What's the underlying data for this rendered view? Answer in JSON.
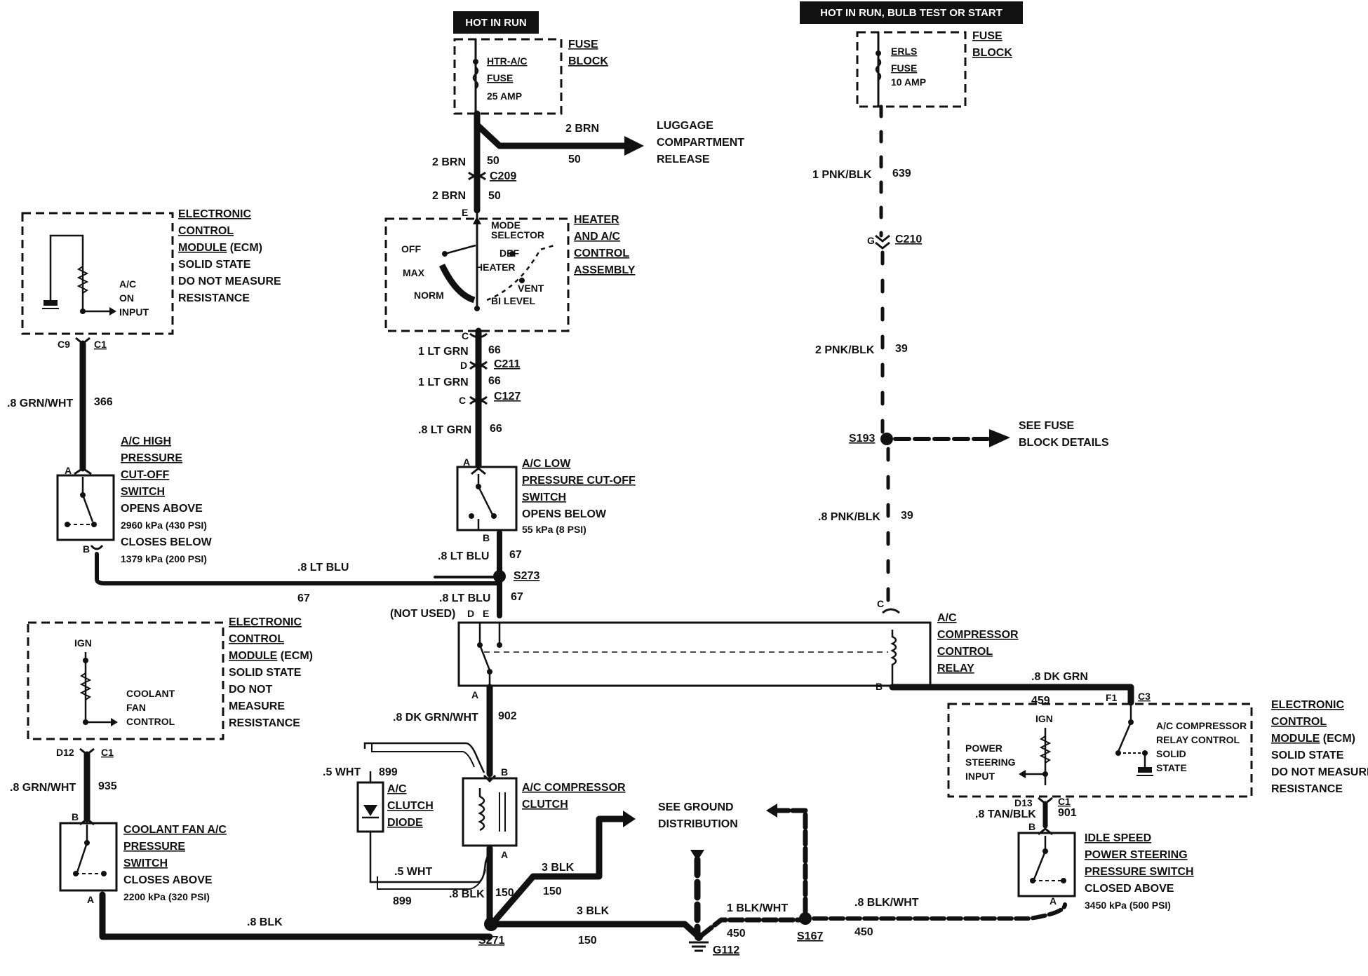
{
  "headers": {
    "hot_in_run": "HOT IN RUN",
    "hot_in_run_bulb": "HOT IN RUN, BULB TEST OR START"
  },
  "fuse_block_1": {
    "title_1": "FUSE",
    "title_2": "BLOCK",
    "fuse_name_1": "HTR-A/C",
    "fuse_name_2": "FUSE",
    "rating": "25 AMP"
  },
  "fuse_block_2": {
    "title_1": "FUSE",
    "title_2": "BLOCK",
    "fuse_name_1": "ERLS",
    "fuse_name_2": "FUSE",
    "rating": "10 AMP"
  },
  "luggage": {
    "wire": "2 BRN",
    "circuit": "50",
    "line_1": "LUGGAGE",
    "line_2": "COMPARTMENT",
    "line_3": "RELEASE"
  },
  "wires": {
    "brn_top": "2 BRN",
    "brn_top_ckt": "50",
    "c209": "C209",
    "brn_mid": "2 BRN",
    "brn_mid_ckt": "50",
    "e_pin": "E",
    "c_pin": "C",
    "ltgrn1": "1 LT GRN",
    "ltgrn1_ckt": "66",
    "d_pin": "D",
    "c211": "C211",
    "ltgrn2": "1 LT GRN",
    "ltgrn2_ckt": "66",
    "c_pin2": "C",
    "c127": "C127",
    "ltgrn3": ".8 LT GRN",
    "ltgrn3_ckt": "66",
    "ltblu1": ".8 LT BLU",
    "ltblu1_ckt": "67",
    "s273": "S273",
    "ltblu2": ".8 LT BLU",
    "ltblu2_ckt": "67",
    "ltblu_left": ".8 LT BLU",
    "ltblu_left_ckt": "67",
    "grnwht1": ".8 GRN/WHT",
    "grnwht1_ckt": "366",
    "grnwht2": ".8 GRN/WHT",
    "grnwht2_ckt": "935",
    "dkgrnwht": ".8 DK GRN/WHT",
    "dkgrnwht_ckt": "902",
    "dkgrn": ".8 DK GRN",
    "dkgrn_ckt": "459",
    "pnkblk1": "1 PNK/BLK",
    "pnkblk1_ckt": "639",
    "c210": "C210",
    "g_pin": "G",
    "pnkblk2": "2 PNK/BLK",
    "pnkblk2_ckt": "39",
    "s193": "S193",
    "pnkblk3": ".8 PNK/BLK",
    "pnkblk3_ckt": "39",
    "tanblk": ".8 TAN/BLK",
    "tanblk_ckt": "901",
    "wht1": ".5 WHT",
    "wht1_ckt": "899",
    "wht2": ".5 WHT",
    "wht2_ckt": "899",
    "blk_left": ".8 BLK",
    "blk_mid": ".8 BLK",
    "blk_mid_ckt": "150",
    "blk3_up": "3 BLK",
    "blk3_up_ckt": "150",
    "blk3": "3 BLK",
    "blk3_ckt": "150",
    "s271": "S271",
    "g112": "G112",
    "s167": "S167",
    "blkwht1": "1 BLK/WHT",
    "blkwht1_ckt": "450",
    "blkwht2": ".8 BLK/WHT",
    "blkwht2_ckt": "450",
    "not_used": "(NOT USED)"
  },
  "see_fuse": {
    "line_1": "SEE FUSE",
    "line_2": "BLOCK DETAILS"
  },
  "see_ground": {
    "line_1": "SEE GROUND",
    "line_2": "DISTRIBUTION"
  },
  "ecm_1": {
    "title": [
      "ELECTRONIC",
      "CONTROL",
      "MODULE"
    ],
    "ecm": "(ECM)",
    "line_4": "SOLID STATE",
    "line_5": "DO NOT MEASURE",
    "line_6": "RESISTANCE",
    "input_1": "A/C",
    "input_2": "ON",
    "input_3": "INPUT",
    "pin": "C9",
    "conn": "C1"
  },
  "ecm_2": {
    "title": [
      "ELECTRONIC",
      "CONTROL",
      "MODULE"
    ],
    "ecm": "(ECM)",
    "line_4": "SOLID STATE",
    "line_5": "DO NOT",
    "line_6": "MEASURE",
    "line_7": "RESISTANCE",
    "ign": "IGN",
    "ctl_1": "COOLANT",
    "ctl_2": "FAN",
    "ctl_3": "CONTROL",
    "pin": "D12",
    "conn": "C1"
  },
  "ecm_3": {
    "title": [
      "ELECTRONIC",
      "CONTROL",
      "MODULE"
    ],
    "ecm": "(ECM)",
    "line_4": "SOLID STATE",
    "line_5": "DO NOT MEASURE",
    "line_6": "RESISTANCE",
    "ign": "IGN",
    "ps_1": "POWER",
    "ps_2": "STEERING",
    "ps_3": "INPUT",
    "relay_1": "A/C COMPRESSOR",
    "relay_2": "RELAY CONTROL",
    "relay_3": "SOLID",
    "relay_4": "STATE",
    "pin_top": "F1",
    "conn_top": "C3",
    "pin_bot": "D13",
    "conn_bot": "C1"
  },
  "heater_control": {
    "title": [
      "HEATER",
      "AND A/C",
      "CONTROL",
      "ASSEMBLY"
    ],
    "mode_1": "MODE",
    "mode_2": "SELECTOR",
    "off": "OFF",
    "max": "MAX",
    "norm": "NORM",
    "def": "DEF",
    "heater": "HEATER",
    "vent": "VENT",
    "bilevel": "BI LEVEL"
  },
  "hp_switch": {
    "title": [
      "A/C HIGH",
      "PRESSURE",
      "CUT-OFF",
      "SWITCH"
    ],
    "line_5": "OPENS ABOVE",
    "line_6": "2960 kPa (430 PSI)",
    "line_7": "CLOSES BELOW",
    "line_8": "1379 kPa (200 PSI)",
    "pin_a": "A",
    "pin_b": "B"
  },
  "lp_switch": {
    "title": [
      "A/C LOW",
      "PRESSURE CUT-OFF",
      "SWITCH"
    ],
    "line_4": "OPENS BELOW",
    "line_5": "55 kPa (8 PSI)",
    "pin_a": "A",
    "pin_b": "B"
  },
  "relay": {
    "title": [
      "A/C",
      "COMPRESSOR",
      "CONTROL",
      "RELAY"
    ],
    "pin_c": "C",
    "pin_b": "B",
    "pin_d": "D",
    "pin_e": "E",
    "pin_a": "A"
  },
  "clutch": {
    "title": [
      "A/C COMPRESSOR",
      "CLUTCH"
    ],
    "pin_b": "B",
    "pin_a": "A"
  },
  "diode": {
    "title": [
      "A/C",
      "CLUTCH",
      "DIODE"
    ]
  },
  "coolant_switch": {
    "title": [
      "COOLANT FAN A/C",
      "PRESSURE",
      "SWITCH"
    ],
    "line_4": "CLOSES ABOVE",
    "line_5": "2200 kPa (320 PSI)",
    "pin_b": "B",
    "pin_a": "A"
  },
  "idle_switch": {
    "title": [
      "IDLE SPEED",
      "POWER STEERING",
      "PRESSURE SWITCH"
    ],
    "line_4": "CLOSED ABOVE",
    "line_5": "3450 kPa (500 PSI)",
    "pin_b": "B",
    "pin_a": "A"
  }
}
